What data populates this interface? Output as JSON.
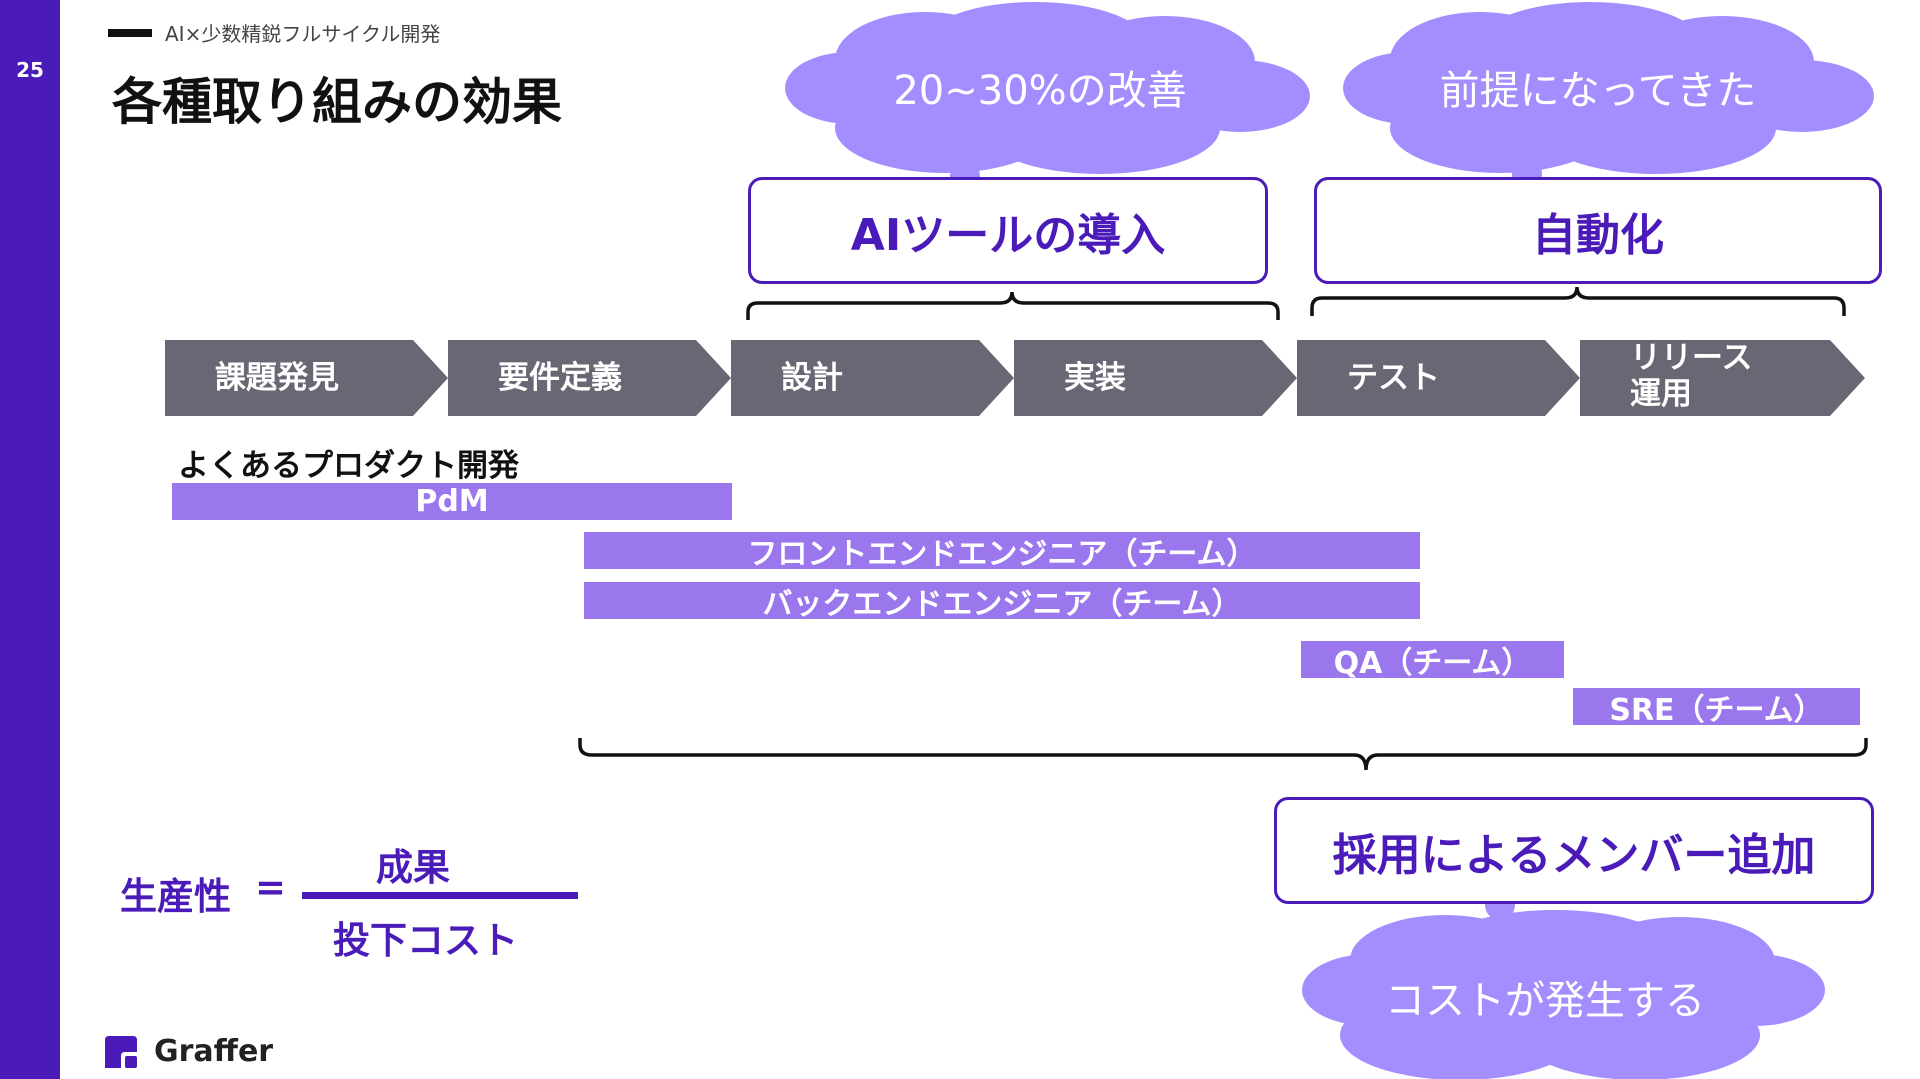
{
  "header": {
    "page_number": "25",
    "subtitle": "AI×少数精鋭フルサイクル開発",
    "title": "各種取り組みの効果"
  },
  "colors": {
    "brand": "#4a1bb8",
    "cloud": "#a38dff",
    "arrow": "#6a6775",
    "bar": "#9b77ee"
  },
  "clouds": {
    "ai_effect": "20~30%の改善",
    "auto_effect": "前提になってきた",
    "hire_effect": "コストが発生する"
  },
  "boxes": {
    "ai_tools": "AIツールの導入",
    "automation": "自動化",
    "hiring": "採用によるメンバー追加"
  },
  "process_steps": [
    "課題発見",
    "要件定義",
    "設計",
    "実装",
    "テスト",
    "リリース\n運用"
  ],
  "section_label": "よくあるプロダクト開発",
  "roles": [
    "PdM",
    "フロントエンドエンジニア（チーム）",
    "バックエンドエンジニア（チーム）",
    "QA（チーム）",
    "SRE（チーム）"
  ],
  "formula": {
    "lhs": "生産性",
    "equals": "=",
    "numerator": "成果",
    "denominator": "投下コスト"
  },
  "footer": {
    "logo_text": "Graffer"
  }
}
